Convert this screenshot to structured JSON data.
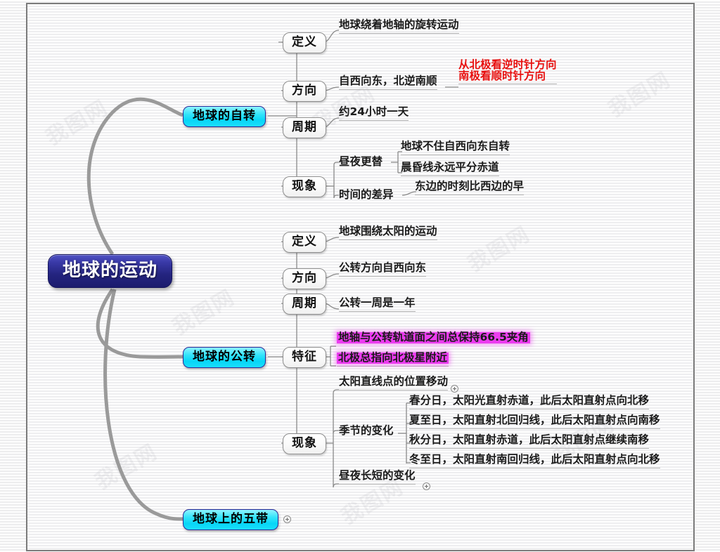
{
  "root": {
    "label": "地球的运动"
  },
  "branches": [
    {
      "label": "地球的自转"
    },
    {
      "label": "地球的公转"
    },
    {
      "label": "地球上的五带",
      "expander": "plus-icon"
    }
  ],
  "rotation": {
    "definition": {
      "label": "定义",
      "items": [
        "地球绕着地轴的旋转运动"
      ]
    },
    "direction": {
      "label": "方向",
      "items": [
        "自西向东，北逆南顺"
      ],
      "notes": [
        "从北极看逆时针方向",
        "南极看顺时针方向"
      ],
      "note_color": "#e8100f"
    },
    "period": {
      "label": "周期",
      "items": [
        "约24小时一天"
      ]
    },
    "phenomena": {
      "label": "现象",
      "groups": [
        {
          "label": "昼夜更替",
          "items": [
            "地球不住自西向东自转",
            "晨昏线永远平分赤道"
          ]
        },
        {
          "label": "时间的差异",
          "items": [
            "东边的时刻比西边的早"
          ]
        }
      ]
    }
  },
  "revolution": {
    "definition": {
      "label": "定义",
      "items": [
        "地球围绕太阳的运动"
      ]
    },
    "direction": {
      "label": "方向",
      "items": [
        "公转方向自西向东"
      ]
    },
    "period": {
      "label": "周期",
      "items": [
        "公转一周是一年"
      ]
    },
    "features": {
      "label": "特征",
      "items": [
        "地轴与公转轨道面之间总保持66.5夹角",
        "北极总指向北极星附近"
      ],
      "highlight_color": "#ec3cf0"
    },
    "phenomena": {
      "label": "现象",
      "groups": [
        {
          "label": "太阳直线点的位置移动",
          "expander": "plus-icon",
          "items": []
        },
        {
          "label": "季节的变化",
          "items": [
            "春分日，太阳光直射赤道，此后太阳直射点向北移",
            "夏至日，太阳直射北回归线，此后太阳直射点向南移",
            "秋分日，太阳直射赤道，此后太阳直射点继续南移",
            "冬至日，太阳直射南回归线，此后太阳直射点向北移"
          ]
        },
        {
          "label": "昼夜长短的变化",
          "expander": "plus-icon",
          "items": []
        }
      ]
    }
  },
  "watermark": {
    "text": "我图网"
  },
  "colors": {
    "root_fill": "#24247f",
    "branch_fill": "#19dffb",
    "line": "#8a8a8a",
    "red": "#e8100f",
    "magenta": "#ec3cf0"
  }
}
